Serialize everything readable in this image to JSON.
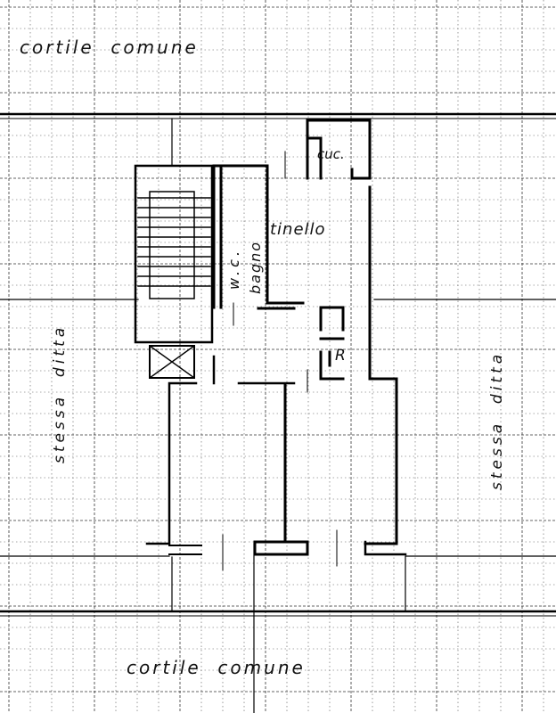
{
  "title_top": "cortile  comune",
  "title_bottom": "cortile  comune",
  "rooms": {
    "kitchen": "cuc.",
    "dining": "tinello",
    "wc": "w.c.",
    "bathroom": "bagno",
    "closet": "R"
  },
  "neighbors": {
    "left": "stessa  ditta",
    "right": "stessa  ditta"
  }
}
